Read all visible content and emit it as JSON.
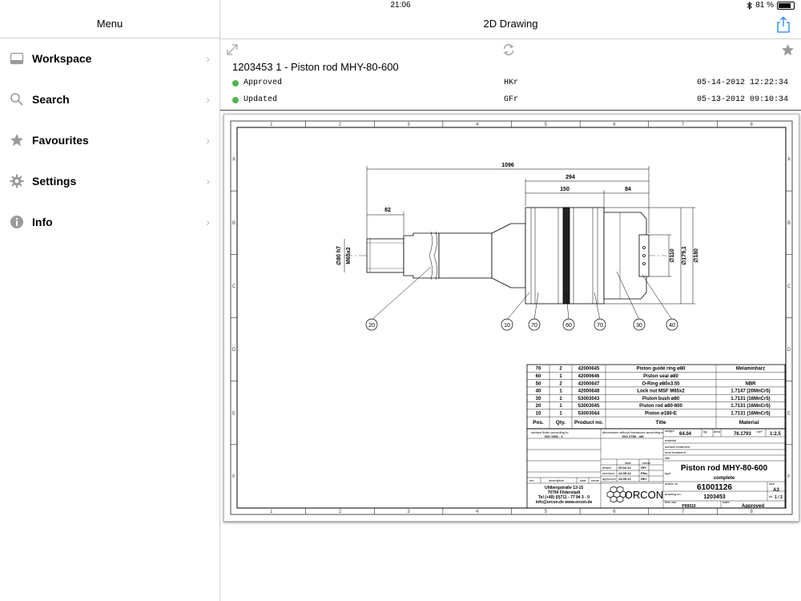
{
  "status_bar": {
    "device": "iPad",
    "time": "21:06",
    "battery": "81 %",
    "battery_level": 0.81
  },
  "sidebar": {
    "title": "Menu",
    "items": [
      {
        "label": "Workspace",
        "icon": "tray-icon"
      },
      {
        "label": "Search",
        "icon": "search-icon"
      },
      {
        "label": "Favourites",
        "icon": "star-icon"
      },
      {
        "label": "Settings",
        "icon": "gear-icon"
      },
      {
        "label": "Info",
        "icon": "info-icon"
      }
    ]
  },
  "header": {
    "title": "2D Drawing"
  },
  "document": {
    "title": "1203453 1 - Piston rod MHY-80-600",
    "statuses": [
      {
        "status": "Approved",
        "user": "HKr",
        "timestamp": "05-14-2012 12:22:34",
        "color": "#4fb84c"
      },
      {
        "status": "Updated",
        "user": "GFr",
        "timestamp": "05-13-2012 09:10:34",
        "color": "#4fb84c"
      }
    ]
  },
  "drawing": {
    "grid_columns": [
      "1",
      "2",
      "3",
      "4",
      "5",
      "6",
      "7",
      "8"
    ],
    "grid_rows": [
      "A",
      "B",
      "C",
      "D",
      "E",
      "F"
    ],
    "dimensions": {
      "d1096": "1096",
      "d294": "294",
      "d150": "150",
      "d84": "84",
      "d82": "82",
      "dia80": "∅80 h7",
      "m65": "M65x2",
      "dia110": "∅110",
      "dia179": "∅179,1",
      "dia180": "∅180"
    },
    "balloons": [
      "20",
      "10",
      "70",
      "60",
      "70",
      "30",
      "40"
    ],
    "bom": [
      {
        "pos": "70",
        "qty": "2",
        "product": "42000645",
        "title": "Piston guide ring ø80",
        "material": "Melaminharz"
      },
      {
        "pos": "60",
        "qty": "1",
        "product": "42000646",
        "title": "Piston seal ø80",
        "material": ""
      },
      {
        "pos": "50",
        "qty": "2",
        "product": "42000647",
        "title": "O-Ring ø80x3.55",
        "material": "NBR"
      },
      {
        "pos": "40",
        "qty": "1",
        "product": "42000648",
        "title": "Lock nut MSF M65x2",
        "material": "1.7147 (20MnCr5)"
      },
      {
        "pos": "30",
        "qty": "1",
        "product": "53003043",
        "title": "Piston bush ø80",
        "material": "1.7131 (16MnCr5)"
      },
      {
        "pos": "20",
        "qty": "1",
        "product": "53003045",
        "title": "Piston rod ø80-600",
        "material": "1.7131 (16MnCr5)"
      },
      {
        "pos": "10",
        "qty": "1",
        "product": "53003044",
        "title": "Piston ø180-E",
        "material": "1.7131 (16MnCr5)"
      }
    ],
    "bom_headers": {
      "pos": "Pos.",
      "qty": "Qty.",
      "product": "Product no.",
      "title": "Title",
      "material": "Material"
    },
    "title_block": {
      "surface_finish": "surface finish according to",
      "surface_iso": "ISO 1302 - 2",
      "tolerances": "dimensions without tolerances according to",
      "tolerances_iso": "ISO 2768 - mK",
      "weight_label": "weight",
      "weight": "64.04",
      "weight_unit": "kg",
      "area_label": "area",
      "area": "76.1793",
      "area_unit": "cm²",
      "scale": "1:2.5",
      "material_label": "material",
      "surface_label": "surface treatment",
      "heat_label": "heat treatment",
      "title_label": "title",
      "type_label": "type",
      "date_col": "date",
      "name_col": "name",
      "drawn": "drawn",
      "drawn_date": "20.04.12",
      "drawn_name": "GFr",
      "checked": "checked",
      "checked_date": "14.05.12",
      "checked_name": "PNu",
      "approved": "approved",
      "approved_date": "14.05.12",
      "approved_name": "HKr",
      "rev": "rev",
      "description": "description",
      "rev_date": "date",
      "rev_name": "name",
      "name_main": "Piston rod MHY-80-600",
      "name_sub": "complete",
      "article_label": "article no.",
      "article": "61001126",
      "drawing_label": "drawing no.",
      "drawing_no": "1203453",
      "size_label": "size",
      "size": "A3",
      "sheet_label": "sh.",
      "sheet": "1 / 2",
      "first_use_label": "first use",
      "first_use": "P00010",
      "state_label": "state",
      "state": "Approved",
      "address1": "Uhlbergstraße 13-15",
      "address2": "70794 Filderstadt",
      "address3": "Tel (+49) (0)711 - 77 94 3 - 0",
      "address4": "info@orcon.de www.orcon.de",
      "logo": "ORCON"
    }
  }
}
